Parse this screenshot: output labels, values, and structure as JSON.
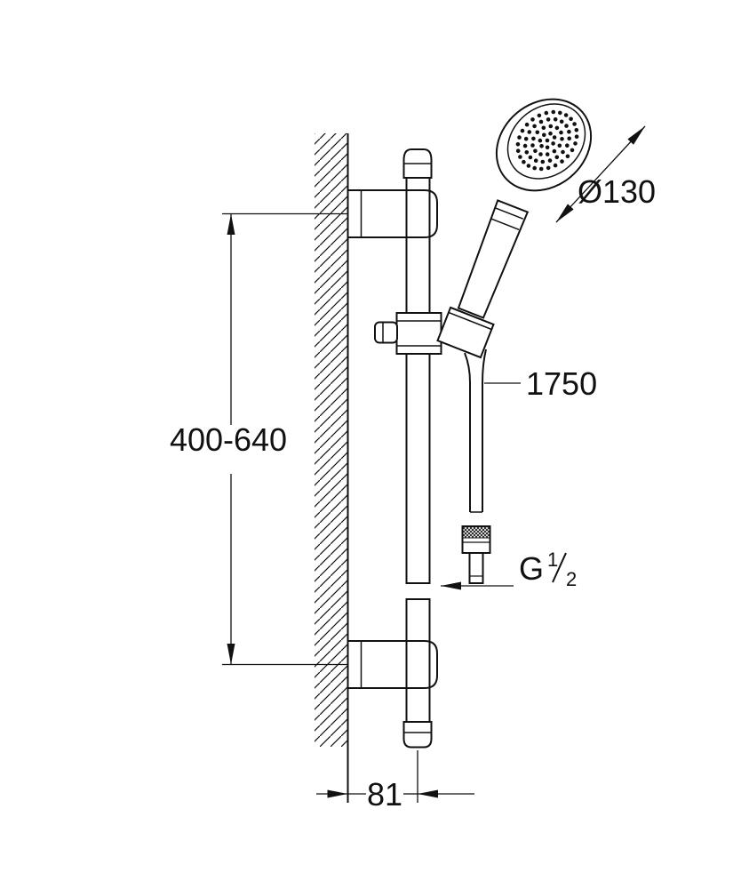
{
  "page": {
    "background": "#ffffff",
    "line_color": "#111111"
  },
  "drawing": {
    "type": "technical-dimension-diagram",
    "subject": "wall-mounted shower rail set with hand shower and hose",
    "labels": {
      "bracket_spacing": "400-640",
      "head_diameter": "Ø130",
      "hose_length": "1750",
      "thread": {
        "g": "G",
        "numerator": "1",
        "slash": "/",
        "denominator": "2"
      },
      "wall_offset": "81"
    }
  }
}
